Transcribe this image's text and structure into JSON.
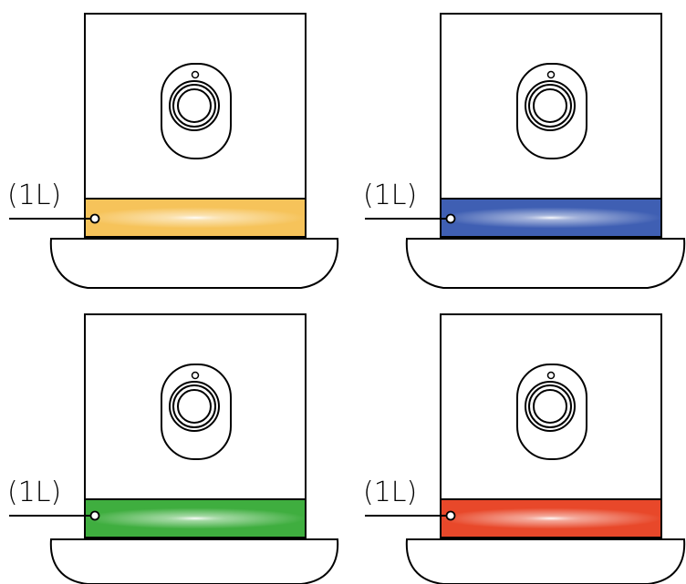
{
  "panels": [
    {
      "id": "yellow",
      "label": "(1L)",
      "light_color": "#f6c35a",
      "light_highlight": "#ffffff"
    },
    {
      "id": "blue",
      "label": "(1L)",
      "light_color": "#3f5fb3",
      "light_highlight": "#ffffff"
    },
    {
      "id": "green",
      "label": "(1L)",
      "light_color": "#3fae3f",
      "light_highlight": "#ffffff"
    },
    {
      "id": "red",
      "label": "(1L)",
      "light_color": "#e8482a",
      "light_highlight": "#ffffff"
    }
  ],
  "stroke_color": "#000000"
}
